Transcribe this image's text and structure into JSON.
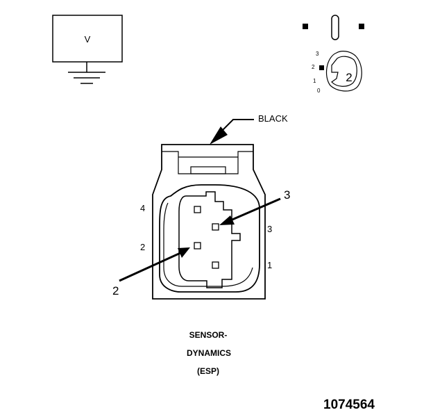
{
  "voltmeter": {
    "symbol": "V"
  },
  "selector": {
    "positions": [
      "3",
      "2",
      "1",
      "0"
    ],
    "selected": "2"
  },
  "connector": {
    "color_label": "BLACK",
    "pin_labels_left": [
      "4",
      "2"
    ],
    "pin_labels_right": [
      "3",
      "1"
    ],
    "probe_callouts": [
      "3",
      "2"
    ]
  },
  "component": {
    "name_line1": "SENSOR-",
    "name_line2": "DYNAMICS",
    "name_line3": "(ESP)"
  },
  "figure_number": "1074564"
}
